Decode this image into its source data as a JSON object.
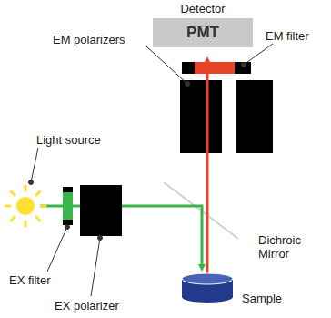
{
  "diagram": {
    "nodes": [
      {
        "text": [
          "Detector",
          "PMT"
        ]
      }
    ],
    "labels": [
      "EM polarizers",
      "EM filter",
      "Light source",
      "Dichroic Mirror",
      "EX filter",
      "EX polarizer",
      "Sample"
    ]
  }
}
